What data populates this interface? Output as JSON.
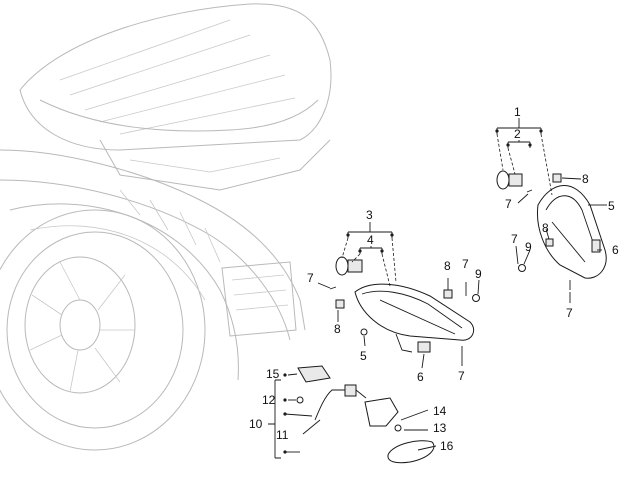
{
  "diagram": {
    "callouts": [
      {
        "id": "c1",
        "text": "1"
      },
      {
        "id": "c2",
        "text": "2"
      },
      {
        "id": "c3",
        "text": "3"
      },
      {
        "id": "c4",
        "text": "4"
      },
      {
        "id": "c5a",
        "text": "5"
      },
      {
        "id": "c5b",
        "text": "5"
      },
      {
        "id": "c6a",
        "text": "6"
      },
      {
        "id": "c6b",
        "text": "6"
      },
      {
        "id": "c7a",
        "text": "7"
      },
      {
        "id": "c7b",
        "text": "7"
      },
      {
        "id": "c7c",
        "text": "7"
      },
      {
        "id": "c7d",
        "text": "7"
      },
      {
        "id": "c7e",
        "text": "7"
      },
      {
        "id": "c7f",
        "text": "7"
      },
      {
        "id": "c8a",
        "text": "8"
      },
      {
        "id": "c8b",
        "text": "8"
      },
      {
        "id": "c8c",
        "text": "8"
      },
      {
        "id": "c8d",
        "text": "8"
      },
      {
        "id": "c9a",
        "text": "9"
      },
      {
        "id": "c9b",
        "text": "9"
      },
      {
        "id": "c10",
        "text": "10"
      },
      {
        "id": "c11",
        "text": "11"
      },
      {
        "id": "c12",
        "text": "12"
      },
      {
        "id": "c13",
        "text": "13"
      },
      {
        "id": "c14",
        "text": "14"
      },
      {
        "id": "c15",
        "text": "15"
      },
      {
        "id": "c16",
        "text": "16"
      }
    ]
  }
}
